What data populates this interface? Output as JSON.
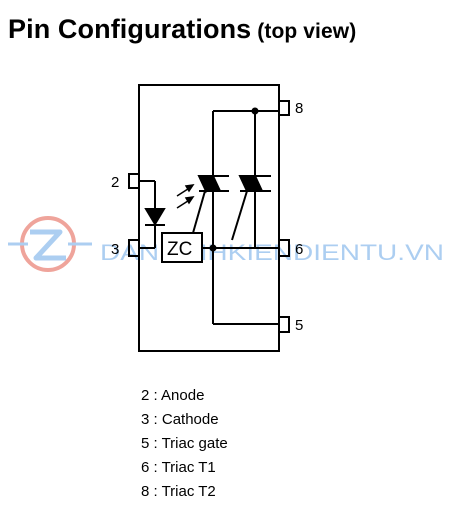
{
  "title": {
    "main": "Pin Configurations",
    "sub": "(top view)"
  },
  "diagram": {
    "block_label": "ZC",
    "pins": {
      "p2": "2",
      "p3": "3",
      "p5": "5",
      "p6": "6",
      "p8": "8"
    },
    "watermark": "DANHINHKIENDIENTU.VN"
  },
  "legend": [
    {
      "pin": "2",
      "sep": " : ",
      "name": "Anode"
    },
    {
      "pin": "3",
      "sep": " : ",
      "name": "Cathode"
    },
    {
      "pin": "5",
      "sep": " : ",
      "name": "Triac gate"
    },
    {
      "pin": "6",
      "sep": " : ",
      "name": "Triac T1"
    },
    {
      "pin": "8",
      "sep": " : ",
      "name": "Triac T2"
    }
  ],
  "colors": {
    "ink": "#000000",
    "watermark": "#6aa7e6",
    "watermark_logo": "#e25a4a"
  }
}
